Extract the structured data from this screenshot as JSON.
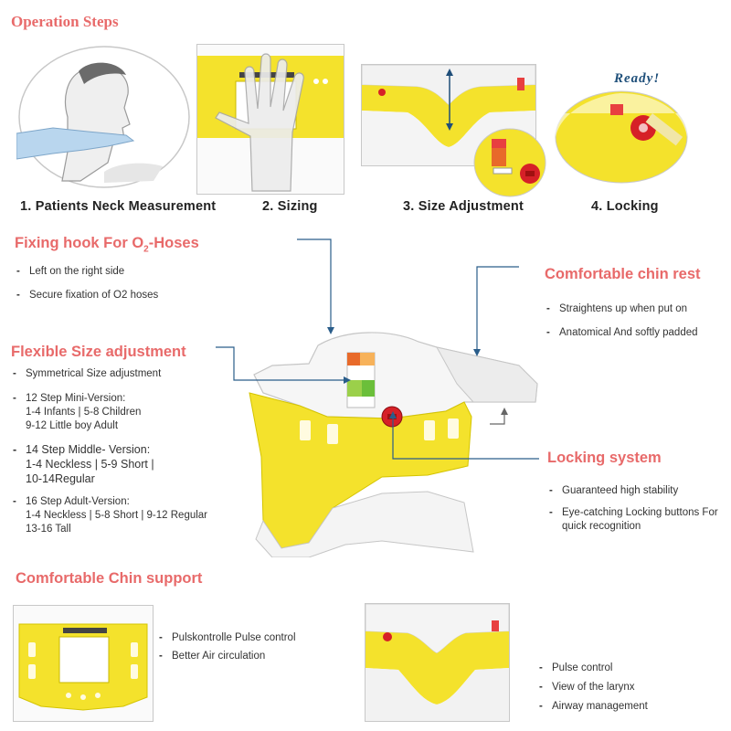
{
  "header": {
    "title": "Operation Steps"
  },
  "steps": [
    {
      "label": "1. Patients Neck  Measurement"
    },
    {
      "label": "2. Sizing"
    },
    {
      "label": "3. Size Adjustment"
    },
    {
      "label": "4. Locking"
    }
  ],
  "ready_text": "Ready!",
  "fixing_hook": {
    "title_pre": "Fixing hook For O",
    "title_sub": "2",
    "title_post": "-Hoses",
    "items": [
      "Left on the right side",
      "Secure fixation of O2 hoses"
    ]
  },
  "chin_rest": {
    "title": "Comfortable chin rest",
    "items": [
      "Straightens up when put on",
      "Anatomical And softly padded"
    ]
  },
  "flexible": {
    "title": "Flexible Size adjustment",
    "items": [
      "Symmetrical  Size adjustment",
      "12 Step Mini-Version:\n1-4 Infants |  5-8 Children\n9-12 Little boy Adult",
      "14 Step Middle- Version:\n 1-4 Neckless | 5-9 Short |\n10-14Regular",
      "16 Step Adult-Version:\n1-4 Neckless | 5-8 Short | 9-12 Regular\n13-16 Tall"
    ]
  },
  "locking": {
    "title": "Locking system",
    "items": [
      "Guaranteed high stability",
      "Eye-catching Locking buttons For quick recognition"
    ]
  },
  "chin_support": {
    "title": "Comfortable  Chin support",
    "left_items": [
      "Pulskontrolle Pulse control",
      "Better Air circulation"
    ],
    "right_items": [
      "Pulse control",
      "View of the larynx",
      "Airway management"
    ]
  },
  "colors": {
    "heading": "#e86a6a",
    "collar_yellow": "#f4e22c",
    "lock_red": "#d62027",
    "callout_line": "#2a5d8a"
  },
  "icons": [
    "hand-icon",
    "glove-icon",
    "arrow-up-down-icon",
    "lock-button-icon",
    "arrow-icon"
  ]
}
